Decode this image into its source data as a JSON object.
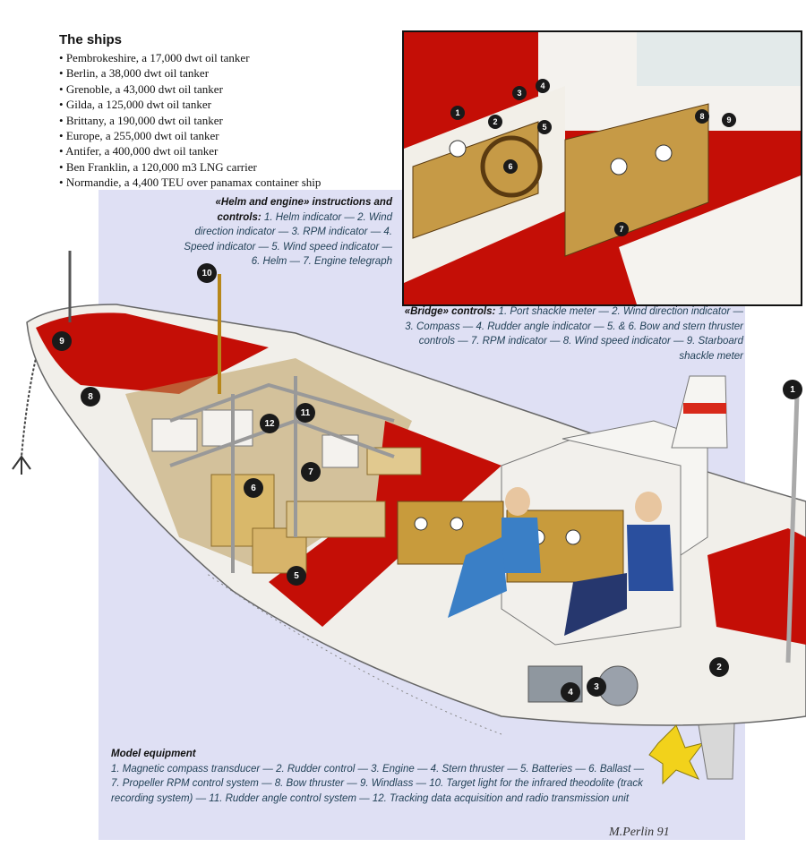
{
  "ships": {
    "title": "The ships",
    "items": [
      "Pembrokeshire, a 17,000 dwt oil tanker",
      "Berlin, a 38,000 dwt oil tanker",
      "Grenoble, a 43,000 dwt oil tanker",
      "Gilda, a 125,000 dwt oil tanker",
      "Brittany, a 190,000 dwt oil tanker",
      "Europe, a 255,000 dwt oil tanker",
      "Antifer, a 400,000 dwt oil tanker",
      "Ben Franklin, a 120,000 m3 LNG carrier",
      "Normandie, a 4,400 TEU over panamax container ship"
    ]
  },
  "helm": {
    "title": "«Helm and engine» instructions and controls:",
    "text": "1. Helm indicator — 2. Wind direction indicator — 3. RPM indicator — 4. Speed indicator — 5. Wind speed indicator — 6. Helm — 7. Engine telegraph"
  },
  "bridge": {
    "title": "«Bridge» controls:",
    "text": "1. Port shackle meter — 2. Wind direction indicator — 3. Compass — 4. Rudder angle indicator — 5. & 6. Bow and stern thruster controls — 7. RPM indicator — 8. Wind speed indicator — 9. Starboard shackle meter"
  },
  "model": {
    "title": "Model equipment",
    "text": "1. Magnetic compass transducer — 2. Rudder control — 3. Engine — 4. Stern thruster — 5. Batteries — 6. Ballast — 7. Propeller RPM control system — 8. Bow thruster — 9. Windlass — 10. Target light for the infrared theodolite (track recording system) — 11. Rudder angle control system — 12. Tracking data acquisition and radio transmission unit"
  },
  "signature": "M.Perlin 91",
  "model_markers": [
    "1",
    "2",
    "3",
    "4",
    "5",
    "6",
    "7",
    "8",
    "9",
    "10",
    "11",
    "12"
  ],
  "inset_markers": [
    "1",
    "2",
    "3",
    "4",
    "5",
    "6",
    "7",
    "8",
    "9"
  ],
  "colors": {
    "panel": "#dfe0f4",
    "deck_red": "#c40e06",
    "hull": "#f1efea",
    "caption": "#1f3f55"
  }
}
